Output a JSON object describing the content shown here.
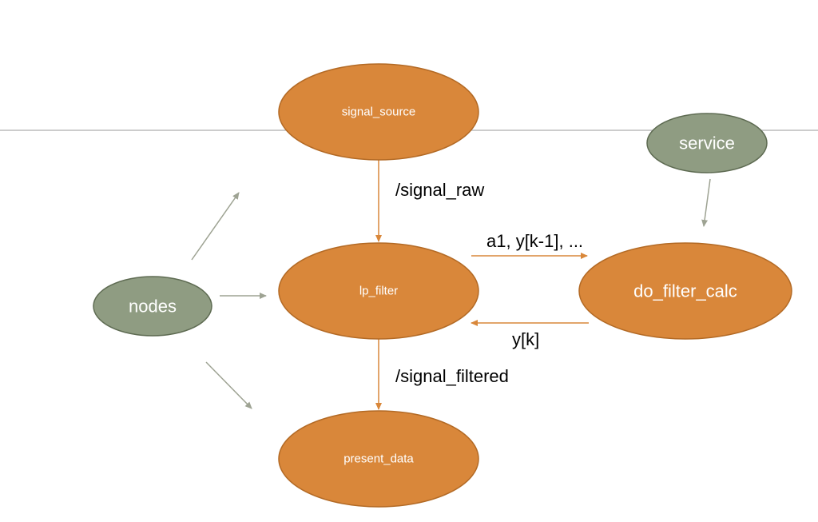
{
  "colors": {
    "topic_node_fill": "#d9873a",
    "topic_node_stroke": "#b36a25",
    "legend_node_fill": "#8f9c82",
    "legend_node_stroke": "#5e6b52",
    "topic_edge": "#d9873a",
    "legend_edge": "#9ea393",
    "divider_line": "#9a9a9a"
  },
  "nodes": {
    "signal_source": "signal_source",
    "lp_filter": "lp_filter",
    "present_data": "present_data",
    "do_filter_calc": "do_filter_calc",
    "nodes_legend": "nodes",
    "service_legend": "service"
  },
  "edges": {
    "signal_raw": "/signal_raw",
    "signal_filtered": "/signal_filtered",
    "request": "a1, y[k-1], ...",
    "response": "y[k]"
  }
}
